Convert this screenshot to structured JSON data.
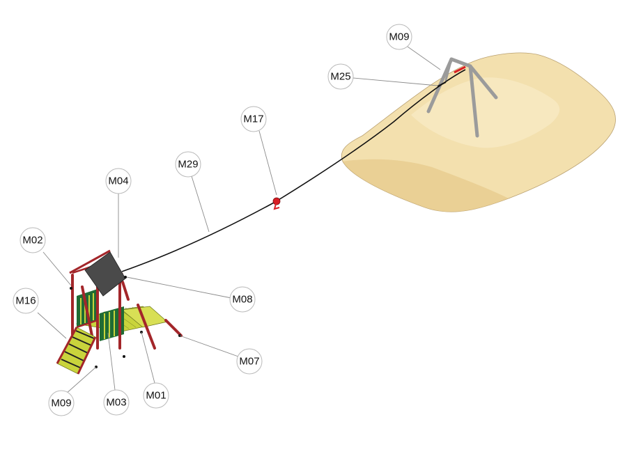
{
  "diagram": {
    "type": "assembly-callout-drawing",
    "colors": {
      "sand": "#f3e0ae",
      "sand_dark": "#e6c98a",
      "post_red": "#a3262a",
      "rail_green": "#1f6b34",
      "deck_yellow": "#c9d43c",
      "roof_dark": "#4a4a4a",
      "frame_grey": "#9b9b9b",
      "cable": "#111111",
      "trolley_red": "#d81e24"
    },
    "callouts": [
      {
        "id": "m09-top",
        "label": "M09"
      },
      {
        "id": "m25",
        "label": "M25"
      },
      {
        "id": "m17",
        "label": "M17"
      },
      {
        "id": "m29",
        "label": "M29"
      },
      {
        "id": "m04",
        "label": "M04"
      },
      {
        "id": "m02",
        "label": "M02"
      },
      {
        "id": "m08",
        "label": "M08"
      },
      {
        "id": "m16",
        "label": "M16"
      },
      {
        "id": "m07",
        "label": "M07"
      },
      {
        "id": "m01",
        "label": "M01"
      },
      {
        "id": "m03",
        "label": "M03"
      },
      {
        "id": "m09-bottom",
        "label": "M09"
      }
    ]
  }
}
